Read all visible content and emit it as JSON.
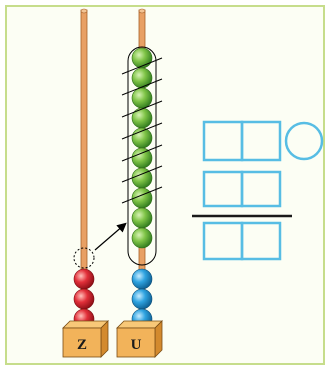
{
  "abacus": {
    "rods": [
      {
        "label": "Z",
        "red_beads": 3
      },
      {
        "label": "U",
        "green_beads": 10,
        "blue_beads": 3,
        "strikethroughs": 7
      }
    ]
  },
  "colors": {
    "rod": "#e8a064",
    "rod_edge": "#a8622a",
    "green": "#72b83c",
    "red": "#d8232a",
    "blue": "#2f9fd8",
    "box_outline": "#57bde4",
    "base": "#f2b35a",
    "card_border": "#c6dd8b"
  },
  "worksheet": {
    "boxes_per_row": 2,
    "rows": 3,
    "has_circle": true
  }
}
